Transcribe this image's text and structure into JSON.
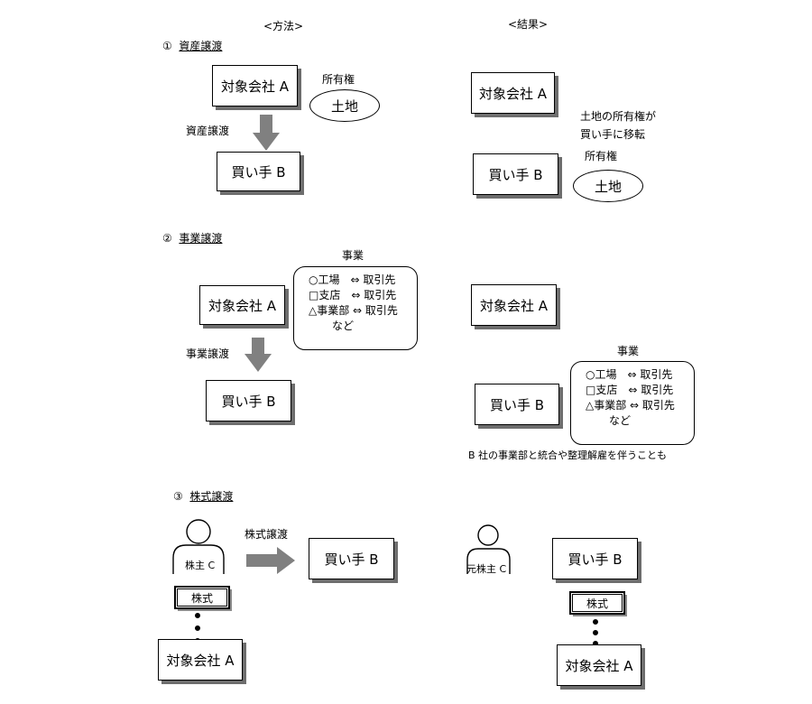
{
  "headers": {
    "method": "<方法>",
    "result": "<結果>"
  },
  "section1": {
    "num": "①",
    "title": "資産譲渡",
    "method": {
      "company": "対象会社 A",
      "buyer": "買い手 B",
      "ownership": "所有権",
      "land": "土地",
      "arrow_label": "資産譲渡"
    },
    "result": {
      "company": "対象会社 A",
      "buyer": "買い手 B",
      "note_line1": "土地の所有権が",
      "note_line2": "買い手に移転",
      "ownership": "所有権",
      "land": "土地"
    }
  },
  "section2": {
    "num": "②",
    "title": "事業譲渡",
    "method": {
      "company": "対象会社 A",
      "buyer": "買い手 B",
      "arrow_label": "事業譲渡",
      "business_label": "事業",
      "business_lines": [
        "○工場　⇔ 取引先",
        "□支店　⇔ 取引先",
        "△事業部 ⇔ 取引先"
      ],
      "business_etc": "など"
    },
    "result": {
      "company": "対象会社 A",
      "buyer": "買い手 B",
      "business_label": "事業",
      "business_lines": [
        "○工場　⇔ 取引先",
        "□支店　⇔ 取引先",
        "△事業部 ⇔ 取引先"
      ],
      "business_etc": "など",
      "note": "B 社の事業部と統合や整理解雇を伴うことも"
    }
  },
  "section3": {
    "num": "③",
    "title": "株式譲渡",
    "method": {
      "shareholder": "株主 C",
      "shares": "株式",
      "company": "対象会社 A",
      "arrow_label": "株式譲渡",
      "buyer": "買い手 B"
    },
    "result": {
      "former_shareholder": "元株主 C",
      "buyer": "買い手 B",
      "shares": "株式",
      "company": "対象会社 A"
    }
  },
  "colors": {
    "arrow": "#808080",
    "shadow": "#6e6e6e",
    "line": "#000000"
  }
}
